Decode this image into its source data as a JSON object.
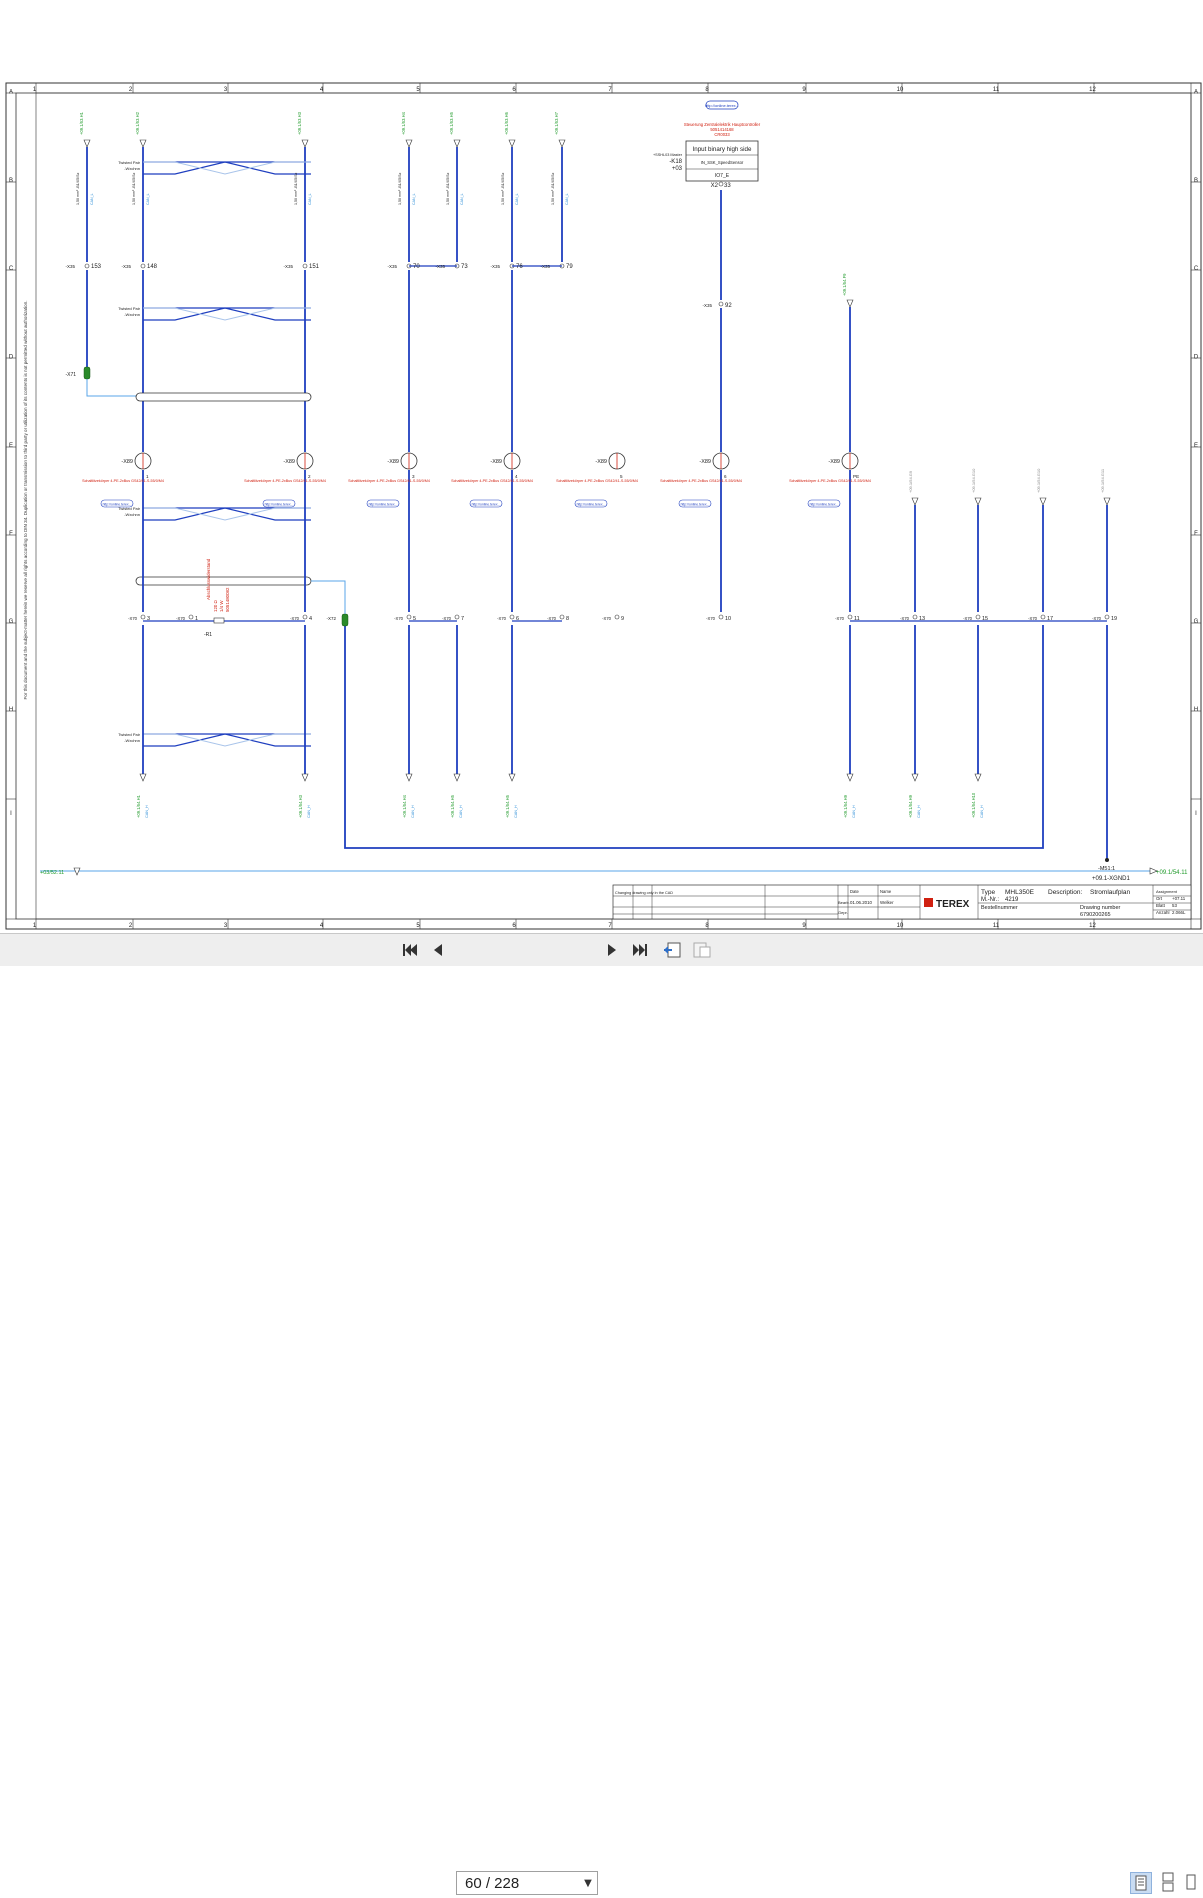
{
  "sheet": {
    "columns": [
      "1",
      "2",
      "3",
      "4",
      "5",
      "6",
      "7",
      "8",
      "9",
      "10",
      "11",
      "12"
    ],
    "rows": [
      "A",
      "B",
      "C",
      "D",
      "E",
      "F",
      "G",
      "H",
      "I"
    ],
    "copyright_note": "For this document and the subject-matter herein we reserve all rights according to DIN 34. Duplication or transmission to third party or utilization of its contents is not permitted without authorization.",
    "control_unit": {
      "title": "Steuerung Zentralelektrik Hauptcontroller",
      "part": "5051414168",
      "sub": "CR0033",
      "box_label": "Input binary high side",
      "signal": "IN_SSK_SpeedSensor",
      "ref1": "+SSHL03 Master",
      "k": "-K18",
      "plus": "+03",
      "pin": "IO7_E",
      "x2": "X2",
      "pin_no": "33",
      "link": "http://online.terex..."
    },
    "twisted_pair": "Twisted Pair",
    "twisted_pair_label": "-Wxchnn",
    "connector_x89": "-X89",
    "shield_label": "Schaltlitzekörper 4-PE-2xBus GS42/41-S-55/0/M4",
    "link_label": "http://online.terex...",
    "x70_label": "-X70",
    "x35_label": "-X35",
    "pe_label": "PE",
    "x71_label": "-X71",
    "x72_label": "-X72",
    "gnd_ref": "+09.1-XGND1",
    "gnd_right": "+09.1/54.11",
    "gnd_left": "+03/52.11",
    "m51": "-M51:1",
    "resistor": {
      "label": "Abschlusswiderstand",
      "id": "-R1",
      "value": "120 Ω",
      "tol": "1/4 W",
      "part": "5051480082"
    },
    "top_terminals": [
      {
        "num": "153"
      },
      {
        "num": "148"
      },
      {
        "num": "151"
      },
      {
        "num": "70"
      },
      {
        "num": "73"
      },
      {
        "num": "76"
      },
      {
        "num": "79"
      },
      {
        "num": "92"
      }
    ],
    "bottom_terminals": [
      "3",
      "1",
      "4",
      "5",
      "7",
      "6",
      "8",
      "9",
      "10",
      "11",
      "13",
      "15",
      "17",
      "19"
    ],
    "x89_pins": [
      "1",
      "2",
      "3",
      "4",
      "5",
      "6",
      "PE"
    ],
    "title_block": {
      "changes": [
        "Changing drawing only in the CAD"
      ],
      "date_label": "Date",
      "name_label": "Name",
      "created_label": "Bearb.",
      "date": "01.06.2010",
      "author": "Welker",
      "checked_label": "Gepr.",
      "brand": "TEREX",
      "type_label": "Type",
      "type": "MHL350E",
      "description_label": "Description:",
      "description": "Stromlaufplan",
      "mnr_label": "M.-Nr.:",
      "mnr": "4219",
      "bestell_label": "Bestellnummer",
      "drawing_number_label": "Drawing number",
      "drawing_number": "6790200265",
      "assignment": "Assignment",
      "ort_label": "Ort",
      "ort": "+07.11",
      "blatt_label": "Blatt",
      "blatt": "53",
      "anzahl_label": "Anzahl",
      "anzahl": "2.066L"
    }
  },
  "toolbar": {
    "first_icon": "first-page-icon",
    "prev_icon": "prev-page-icon",
    "page_value": "60 / 228",
    "next_icon": "next-page-icon",
    "last_icon": "last-page-icon",
    "back_icon": "back-view-icon",
    "forward_icon": "forward-view-icon",
    "single_view_icon": "single-page-view-icon",
    "continuous_view_icon": "continuous-view-icon",
    "facing_view_icon": "facing-view-icon"
  },
  "colors": {
    "wire": "#1f3fbf",
    "wire_light": "#59a6e8",
    "text_red": "#d02010",
    "text_green": "#1f9a2a",
    "text_blue": "#2e8fd8",
    "frame": "#333333"
  }
}
